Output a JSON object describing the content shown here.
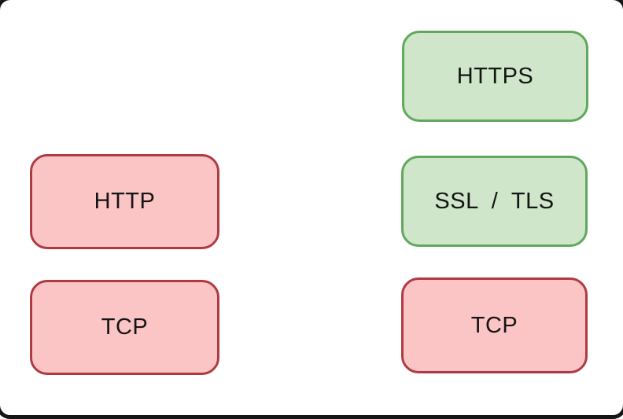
{
  "colors": {
    "red_fill": "#fcc5c5",
    "red_stroke": "#b03a41",
    "green_fill": "#cfe6ca",
    "green_stroke": "#60a85c",
    "text": "#141414",
    "background": "#ffffff"
  },
  "diagram": {
    "left_stack": {
      "http": {
        "label": "HTTP"
      },
      "tcp": {
        "label": "TCP"
      }
    },
    "right_stack": {
      "https": {
        "label": "HTTPS"
      },
      "ssl_tls": {
        "label": "SSL  /  TLS"
      },
      "tcp": {
        "label": "TCP"
      }
    }
  }
}
